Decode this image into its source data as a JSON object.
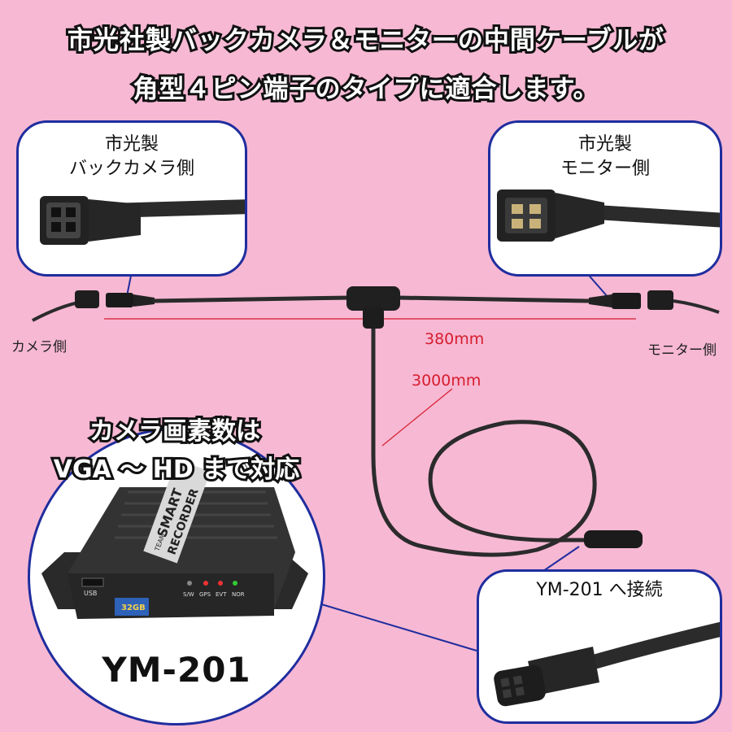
{
  "headline": {
    "line1": "市光社製バックカメラ＆モニターの中間ケーブルが",
    "line2": "角型４ピン端子のタイプに適合します。"
  },
  "camera_bubble": {
    "line1": "市光製",
    "line2": "バックカメラ側"
  },
  "monitor_bubble": {
    "line1": "市光製",
    "line2": "モニター側"
  },
  "labels": {
    "camera_side": "カメラ側",
    "monitor_side": "モニター側",
    "length_horizontal": "380mm",
    "length_vertical": "3000mm"
  },
  "promo": {
    "line1": "カメラ画素数は",
    "line2": "VGA ～ HD まで対応"
  },
  "device": {
    "model": "YM-201",
    "brand_top": "TEAM",
    "brand_1": "SMART",
    "brand_2": "RECORDER",
    "usb_label": "USB",
    "sd_label": "32GB",
    "port_labels": [
      "S/W",
      "GPS",
      "EVT",
      "NOR"
    ]
  },
  "connect_bubble": {
    "text": "YM-201 へ接続"
  },
  "colors": {
    "background": "#f7b8d3",
    "bubble_border": "#1f2d9e",
    "dimension_red": "#d61d2e",
    "cable": "#2b2b2b"
  }
}
